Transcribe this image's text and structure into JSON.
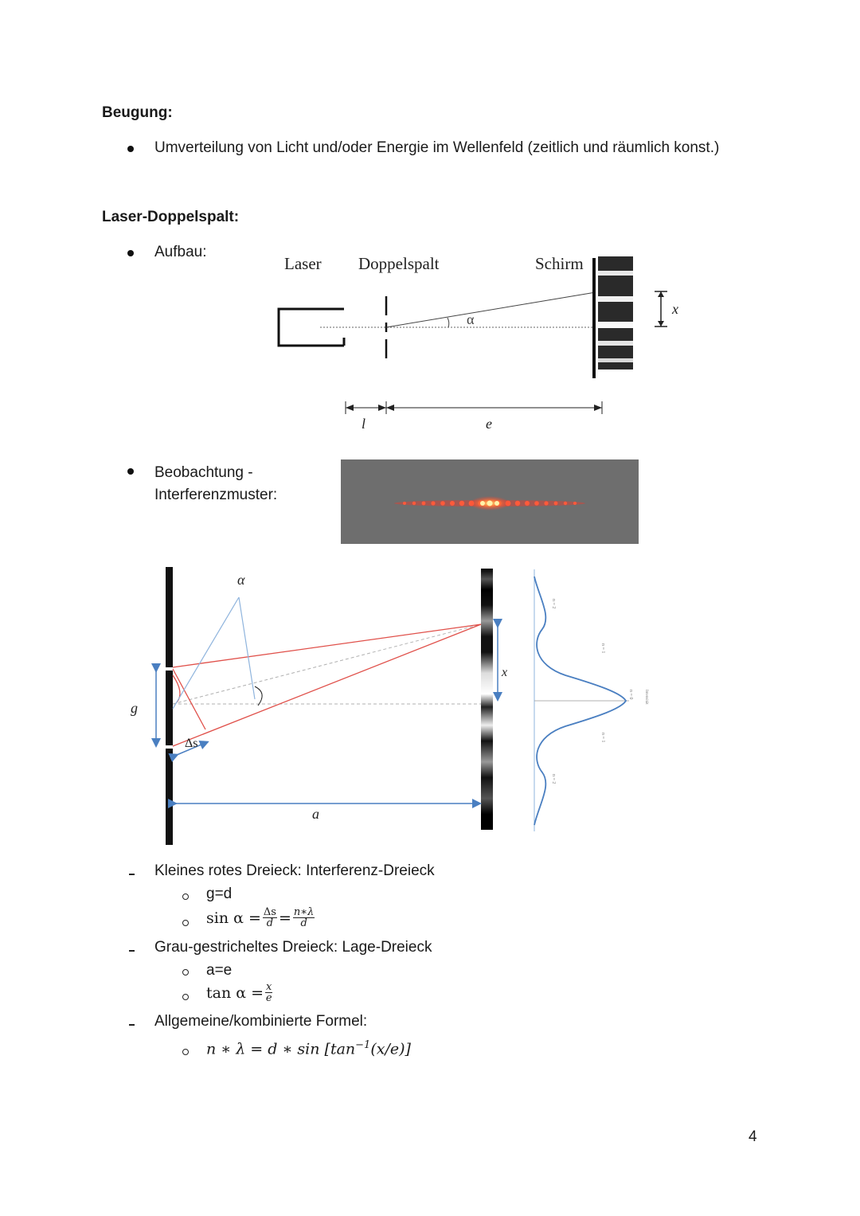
{
  "section1": {
    "heading": "Beugung:",
    "bullet": "Umverteilung von Licht und/oder Energie im Wellenfeld (zeitlich und räumlich konst.)"
  },
  "section2": {
    "heading": "Laser-Doppelspalt:",
    "aufbau_label": "Aufbau:",
    "beobachtung_line1": "Beobachtung -",
    "beobachtung_line2": "Interferenzmuster:"
  },
  "setup_diagram": {
    "laser": "Laser",
    "doppelspalt": "Doppelspalt",
    "schirm": "Schirm",
    "alpha": "α",
    "x": "x",
    "l": "l",
    "e": "e"
  },
  "geometry_diagram": {
    "alpha": "α",
    "g": "g",
    "delta_s": "Δs",
    "a": "a",
    "x": "x",
    "order_labels": [
      "n = 2",
      "n = 1",
      "n = 0",
      "n = 1",
      "n = 2"
    ],
    "intensity_label": "Intensität"
  },
  "notes": {
    "item1": "Kleines rotes Dreieck: Interferenz-Dreieck",
    "item1_sub1": "g=d",
    "item1_sub2_lhs": "sin α =",
    "item1_sub2_frac1_num": "Δs",
    "item1_sub2_frac1_den": "d",
    "item1_sub2_eq": "=",
    "item1_sub2_frac2_num": "n∗λ",
    "item1_sub2_frac2_den": "d",
    "item2": "Grau-gestricheltes Dreieck: Lage-Dreieck",
    "item2_sub1": "a=e",
    "item2_sub2_lhs": "tan α =",
    "item2_sub2_frac_num": "x",
    "item2_sub2_frac_den": "e",
    "item3": "Allgemeine/kombinierte Formel:",
    "item3_formula_a": "n ∗ λ = d ∗ sin [tan",
    "item3_formula_sup": "−1",
    "item3_formula_b": "(x/e)]"
  },
  "page_number": "4",
  "colors": {
    "red": "#e0504a",
    "blue": "#4a7fc1",
    "light_blue": "#8fb4dd",
    "grey_dashed": "#b0b0b0"
  }
}
